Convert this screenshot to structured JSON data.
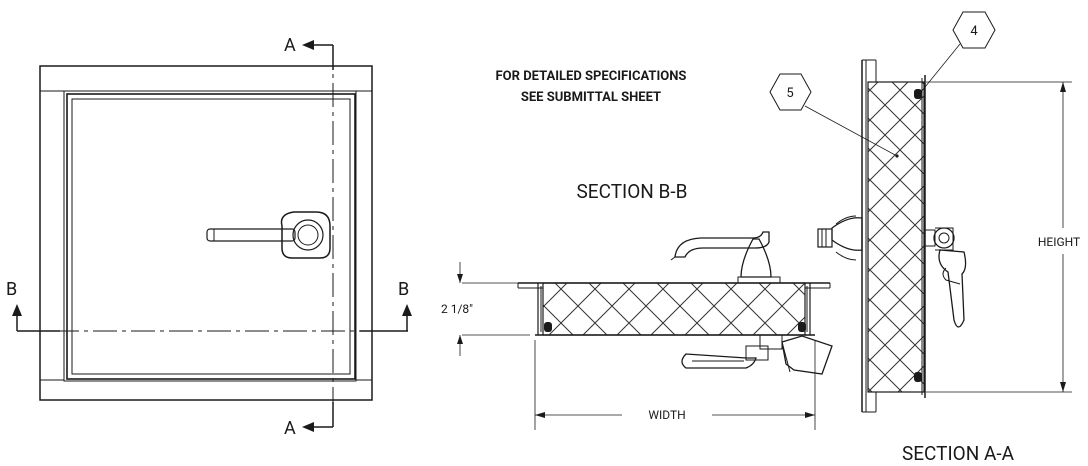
{
  "notes": {
    "spec_line1": "FOR DETAILED SPECIFICATIONS",
    "spec_line2": "SEE SUBMITTAL SHEET"
  },
  "front_view": {
    "section_a_top": "A",
    "section_a_bottom": "A",
    "section_b_left": "B",
    "section_b_right": "B"
  },
  "section_bb": {
    "title": "SECTION B-B",
    "thickness_dim": "2 1/8\"",
    "width_dim": "WIDTH"
  },
  "section_aa": {
    "title": "SECTION A-A",
    "height_dim": "HEIGHT",
    "callout_4": "4",
    "callout_5": "5"
  }
}
